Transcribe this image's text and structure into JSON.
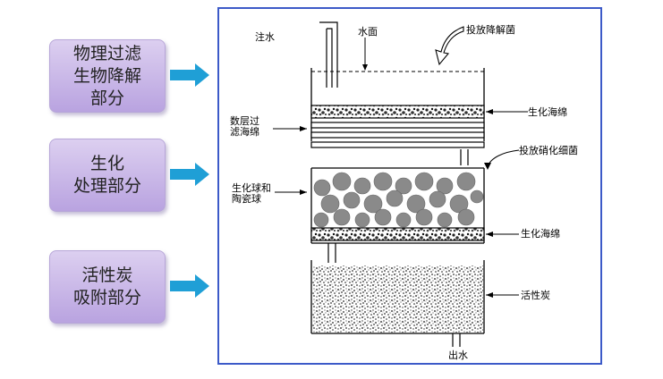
{
  "stages": [
    {
      "lines": [
        "物理过滤",
        "生物降解",
        "部分"
      ]
    },
    {
      "lines": [
        "生化",
        "处理部分"
      ]
    },
    {
      "lines": [
        "活性炭",
        "吸附部分"
      ]
    }
  ],
  "labels": {
    "water_inlet": "注水",
    "water_surface": "水面",
    "add_degrading_bacteria": "投放降解菌",
    "bio_sponge_top": "生化海绵",
    "multi_layer_sponge_l1": "数层过",
    "multi_layer_sponge_l2": "滤海绵",
    "add_nitrifying_bacteria": "投放硝化细菌",
    "bio_balls_l1": "生化球和",
    "bio_balls_l2": "陶瓷球",
    "bio_sponge_bottom": "生化海绵",
    "activated_carbon": "活性炭",
    "water_outlet": "出水"
  },
  "colors": {
    "stage_box_top": "#dccff0",
    "stage_box_bottom": "#b9a3e0",
    "arrow": "#1f9fd6",
    "frame_border": "#3c5ac8",
    "ball_fill": "#8a8a8a"
  }
}
